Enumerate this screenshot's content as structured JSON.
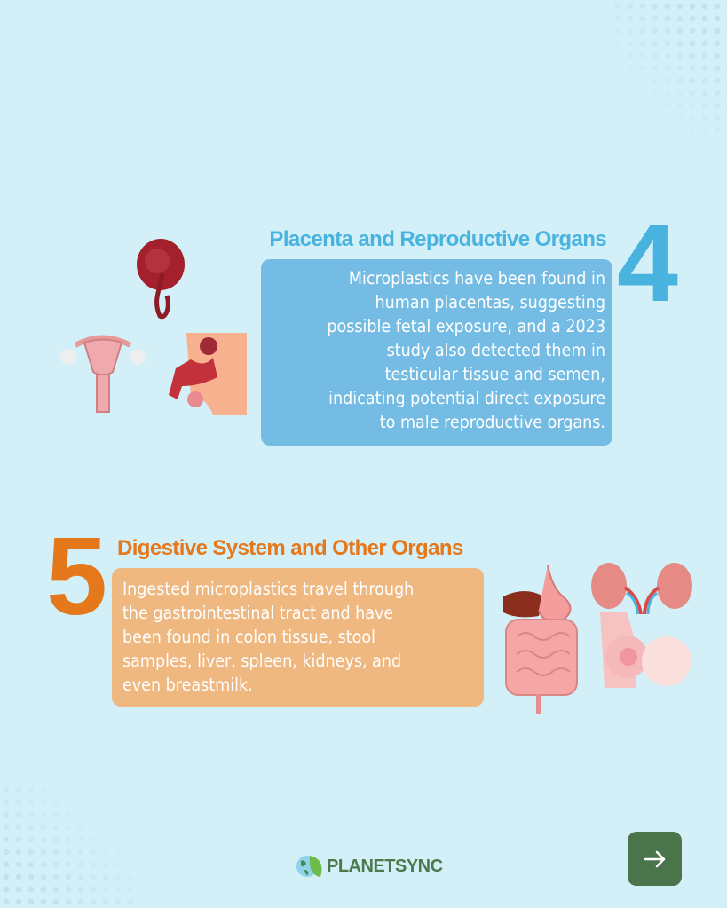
{
  "section4": {
    "number": "4",
    "title": "Placenta and Reproductive Organs",
    "lines": [
      "Microplastics have been found in",
      "human placentas, suggesting",
      "possible fetal exposure, and a 2023",
      "study also detected them in",
      "testicular tissue and semen,",
      "indicating potential direct exposure",
      "to male reproductive organs."
    ],
    "color": "#49b3e0",
    "box_color": "#74bce3"
  },
  "section5": {
    "number": "5",
    "title": "Digestive System and Other Organs",
    "lines": [
      "Ingested microplastics travel through",
      "the gastrointestinal tract and have",
      "been found in colon tissue, stool",
      "samples, liver, spleen, kidneys, and",
      "even breastmilk."
    ],
    "color": "#e5781a",
    "box_color": "#efb880"
  },
  "footer": {
    "brand": "PLANETSYNC",
    "next_icon": "arrow-right-icon",
    "brand_color": "#4a7a4b"
  }
}
